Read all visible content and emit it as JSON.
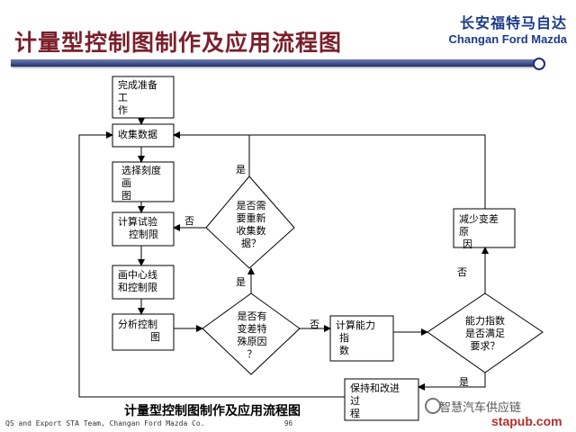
{
  "header": {
    "title": "计量型控制图制作及应用流程图",
    "brand_cn": "长安福特马自达",
    "brand_en": "Changan Ford Mazda"
  },
  "nodes": {
    "prepare": [
      "完成准备",
      "工",
      "作"
    ],
    "collect": [
      "收集数据"
    ],
    "scale": [
      "选择刻度",
      "画",
      "图"
    ],
    "trial": [
      "计算试验",
      "控制限"
    ],
    "centerline": [
      "画中心线",
      "和控制限"
    ],
    "analyze": [
      "分析控制",
      "图"
    ],
    "special_cause": [
      "是否有",
      "变差特",
      "殊原因",
      "？"
    ],
    "recollect": [
      "是否需",
      "要重新",
      "收集数",
      "据？"
    ],
    "capability": [
      "计算能力",
      "指",
      "数"
    ],
    "meet_req": [
      "能力指数",
      "是否满足",
      "要求？"
    ],
    "reduce": [
      "减少变差",
      "原",
      "因"
    ],
    "maintain": [
      "保持和改进",
      "过",
      "程"
    ]
  },
  "edge_labels": {
    "recollect_yes": "是",
    "recollect_no": "否",
    "special_yes": "是",
    "special_no": "否",
    "meet_no": "否",
    "meet_yes": "是"
  },
  "caption": "计量型控制图制作及应用流程图",
  "footer": {
    "team": "QS and Export STA Team, Changan Ford Mazda Co.",
    "page": "96"
  },
  "watermark": {
    "name": "智慧汽车供应链",
    "site": "stapub.com"
  }
}
